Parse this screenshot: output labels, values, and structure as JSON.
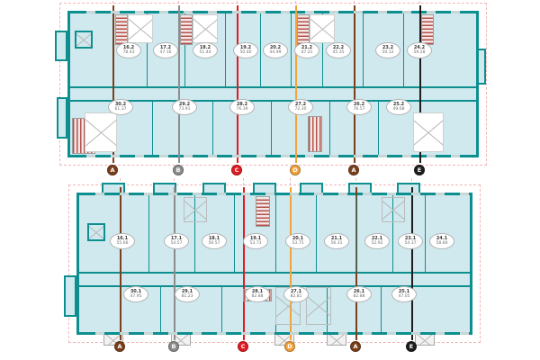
{
  "palette": {
    "wall_teal": "#0e8f8f",
    "room_fill": "#cfe9ef",
    "guide_pink": "#f3b6b6",
    "window_gray": "#c7d6d6",
    "cross_gray": "#b9b9b9"
  },
  "plans": [
    {
      "name": "floor-plan-upper",
      "top_row": [
        {
          "unit": "16.2",
          "area": "78.43"
        },
        {
          "unit": "17.2",
          "area": "47.16"
        },
        {
          "unit": "18.2",
          "area": "51.44"
        },
        {
          "unit": "19.2",
          "area": "50.40"
        },
        {
          "unit": "20.2",
          "area": "44.99"
        },
        {
          "unit": "21.2",
          "area": "47.21"
        },
        {
          "unit": "22.2",
          "area": "45.35"
        },
        {
          "unit": "23.2",
          "area": "50.12"
        },
        {
          "unit": "24.2",
          "area": "59.28"
        }
      ],
      "bottom_row": [
        {
          "unit": "30.2",
          "area": "61.37"
        },
        {
          "unit": "29.2",
          "area": "73.91"
        },
        {
          "unit": "28.2",
          "area": "76.39"
        },
        {
          "unit": "27.2",
          "area": "72.30"
        },
        {
          "unit": "26.2",
          "area": "76.57"
        },
        {
          "unit": "25.2",
          "area": "49.08"
        }
      ],
      "markers": [
        {
          "letter": "A",
          "color": "#7b3f1c"
        },
        {
          "letter": "B",
          "color": "#8d8d8d"
        },
        {
          "letter": "C",
          "color": "#e21b22"
        },
        {
          "letter": "D",
          "color": "#f2a33c"
        },
        {
          "letter": "A",
          "color": "#7b3f1c"
        },
        {
          "letter": "E",
          "color": "#1d1d1d"
        }
      ]
    },
    {
      "name": "floor-plan-lower",
      "top_row": [
        {
          "unit": "16.1",
          "area": "55.66"
        },
        {
          "unit": "17.1",
          "area": "54.57"
        },
        {
          "unit": "18.1",
          "area": "56.57"
        },
        {
          "unit": "19.1",
          "area": "53.73"
        },
        {
          "unit": "20.1",
          "area": "53.75"
        },
        {
          "unit": "21.1",
          "area": "56.31"
        },
        {
          "unit": "22.1",
          "area": "52.92"
        },
        {
          "unit": "23.1",
          "area": "54.37"
        },
        {
          "unit": "24.1",
          "area": "58.60"
        }
      ],
      "bottom_row": [
        {
          "unit": "30.1",
          "area": "47.95"
        },
        {
          "unit": "29.1",
          "area": "81.23"
        },
        {
          "unit": "28.1",
          "area": "82.88"
        },
        {
          "unit": "27.1",
          "area": "82.81"
        },
        {
          "unit": "26.1",
          "area": "82.88"
        },
        {
          "unit": "25.1",
          "area": "47.05"
        }
      ],
      "markers": [
        {
          "letter": "A",
          "color": "#7b3f1c"
        },
        {
          "letter": "B",
          "color": "#8d8d8d"
        },
        {
          "letter": "C",
          "color": "#e21b22"
        },
        {
          "letter": "D",
          "color": "#f2a33c"
        },
        {
          "letter": "A",
          "color": "#7b3f1c"
        },
        {
          "letter": "E",
          "color": "#1d1d1d"
        }
      ]
    }
  ]
}
